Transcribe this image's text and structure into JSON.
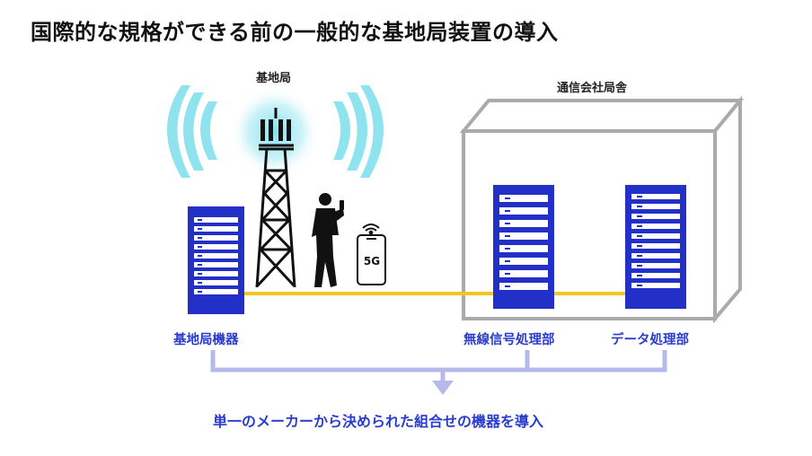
{
  "title": "国際的な規格ができる前の一般的な基地局装置の導入",
  "labels": {
    "base_station": "基地局",
    "telecom_building": "通信会社局舎",
    "phone_network": "5G",
    "base_station_equipment": "基地局機器",
    "radio_unit": "無線信号処理部",
    "data_unit": "データ処理部",
    "bottom_note": "単一のメーカーから決められた組合せの機器を導入"
  },
  "colors": {
    "accent_blue": "#2a3cd0",
    "server_blue": "#2330c8",
    "link_yellow": "#f2c522",
    "signal_cyan": "#8fe3ee",
    "bracket_lavender": "#b7b9ec",
    "building_gray": "#aaaaaa"
  }
}
